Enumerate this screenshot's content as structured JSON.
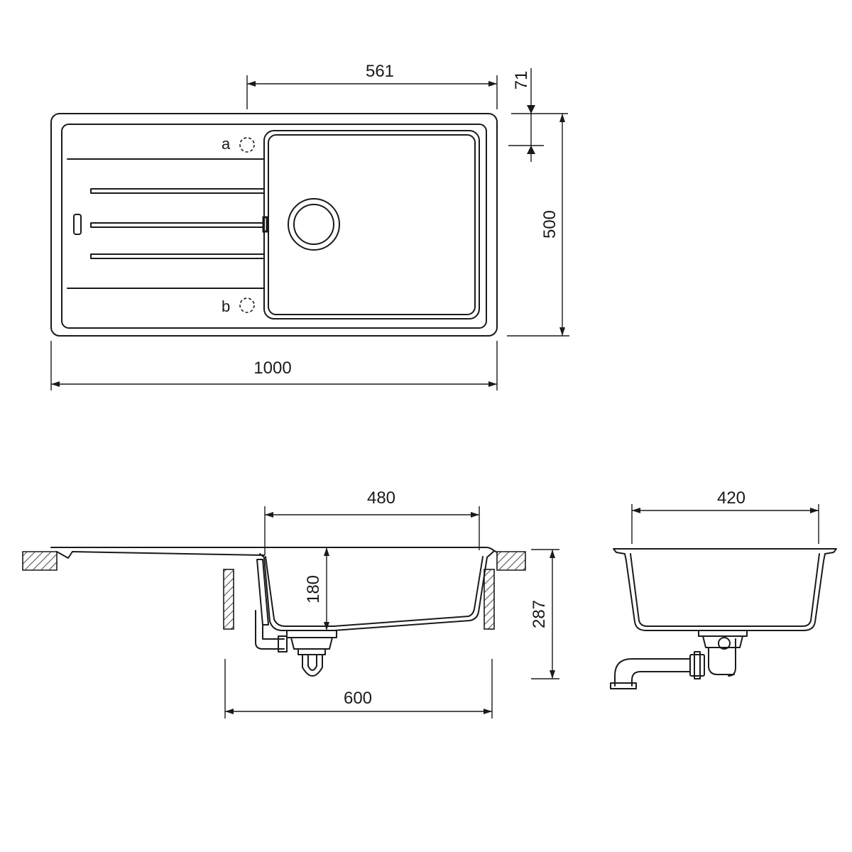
{
  "top_view": {
    "dims": {
      "bowl_width": "561",
      "rim_offset": "71",
      "depth": "500",
      "total_length": "1000"
    },
    "tap_hole_a": "a",
    "tap_hole_b": "b"
  },
  "front_view": {
    "dims": {
      "bowl_width": "480",
      "bowl_depth": "180",
      "total_height": "287",
      "cabinet_width": "600"
    }
  },
  "side_view": {
    "dims": {
      "bowl_width": "420"
    }
  }
}
